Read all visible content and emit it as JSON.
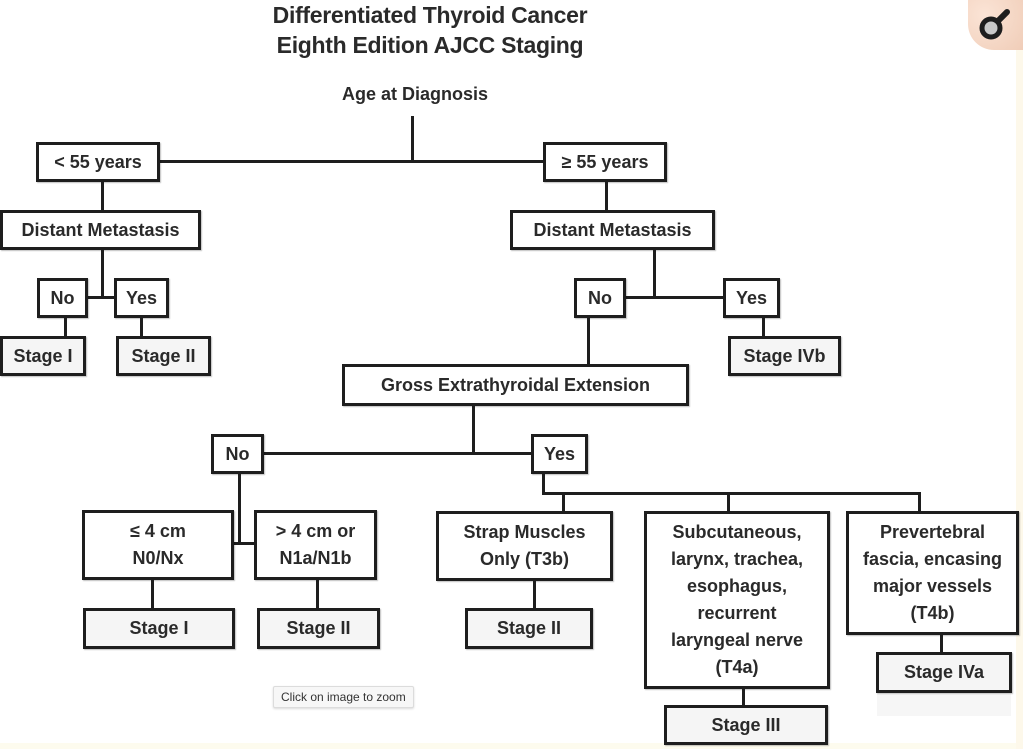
{
  "title": {
    "line1": "Differentiated Thyroid Cancer",
    "line2": "Eighth Edition AJCC Staging"
  },
  "root": "Age at Diagnosis",
  "left_branch": {
    "age": "< 55 years",
    "question": "Distant Metastasis",
    "no": "No",
    "yes": "Yes",
    "no_stage": "Stage I",
    "yes_stage": "Stage II"
  },
  "right_branch": {
    "age": "≥ 55 years",
    "question": "Distant Metastasis",
    "no": "No",
    "yes": "Yes",
    "yes_stage": "Stage IVb",
    "gete": {
      "question": "Gross Extrathyroidal Extension",
      "no": "No",
      "yes": "Yes",
      "no_children": [
        {
          "label": "≤ 4 cm\nN0/Nx",
          "stage": "Stage I"
        },
        {
          "label": "> 4 cm or\nN1a/N1b",
          "stage": "Stage II"
        }
      ],
      "yes_children": [
        {
          "label": "Strap Muscles\nOnly (T3b)",
          "stage": "Stage II"
        },
        {
          "label": "Subcutaneous,\nlarynx, trachea,\nesophagus,\nrecurrent\nlaryngeal nerve\n(T4a)",
          "stage": "Stage III"
        },
        {
          "label": "Prevertebral\nfascia, encasing\nmajor vessels\n(T4b)",
          "stage": "Stage IVa"
        }
      ]
    }
  },
  "ui": {
    "zoom_icon": "magnifier-icon",
    "tooltip": "Click on image to zoom"
  },
  "colors": {
    "line": "#1e1e1e",
    "text": "#2a2a2a",
    "stage_fill": "#f5f5f5",
    "zoom_badge": "#f0cdb8"
  }
}
